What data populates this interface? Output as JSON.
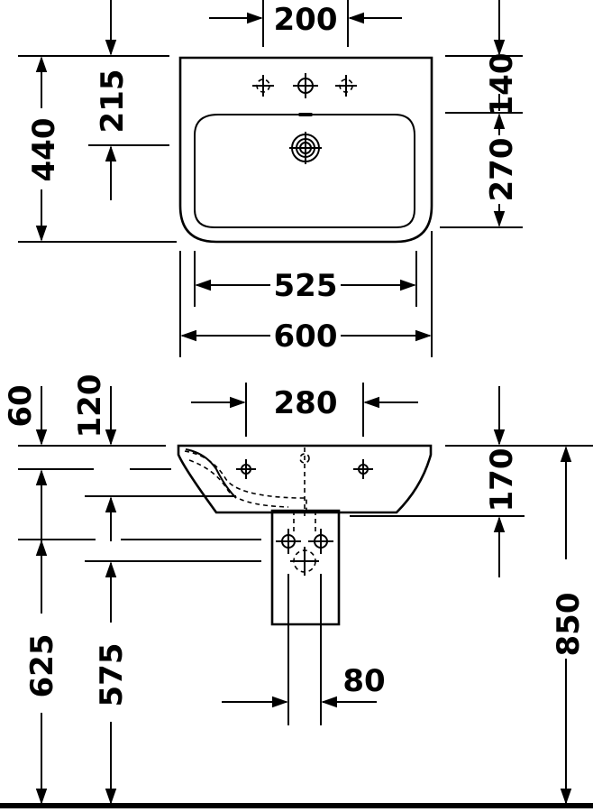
{
  "dimensions": {
    "top_view": {
      "tap_hole_spacing": "200",
      "rear_to_overflow": "215",
      "depth": "440",
      "rear_to_tap_holes": "140",
      "bowl_depth": "270",
      "bowl_width": "525",
      "width": "600"
    },
    "side_view": {
      "top_offset_60": "60",
      "top_offset_120": "120",
      "fixing_spacing": "280",
      "basin_height": "170",
      "installation_height": "850",
      "fixing_height_625": "625",
      "fixing_height_575": "575",
      "pedestal_hole": "80"
    }
  },
  "colors": {
    "line": "#000000",
    "background": "#ffffff"
  }
}
